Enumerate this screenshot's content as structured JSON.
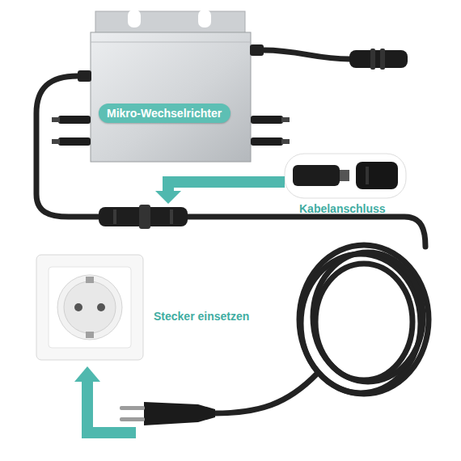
{
  "diagram": {
    "nodes": [
      {
        "text": [
          "Mikro-Wechselrichter"
        ]
      }
    ],
    "labels": [
      "Kabelanschluss",
      "Stecker einsetzen"
    ]
  }
}
